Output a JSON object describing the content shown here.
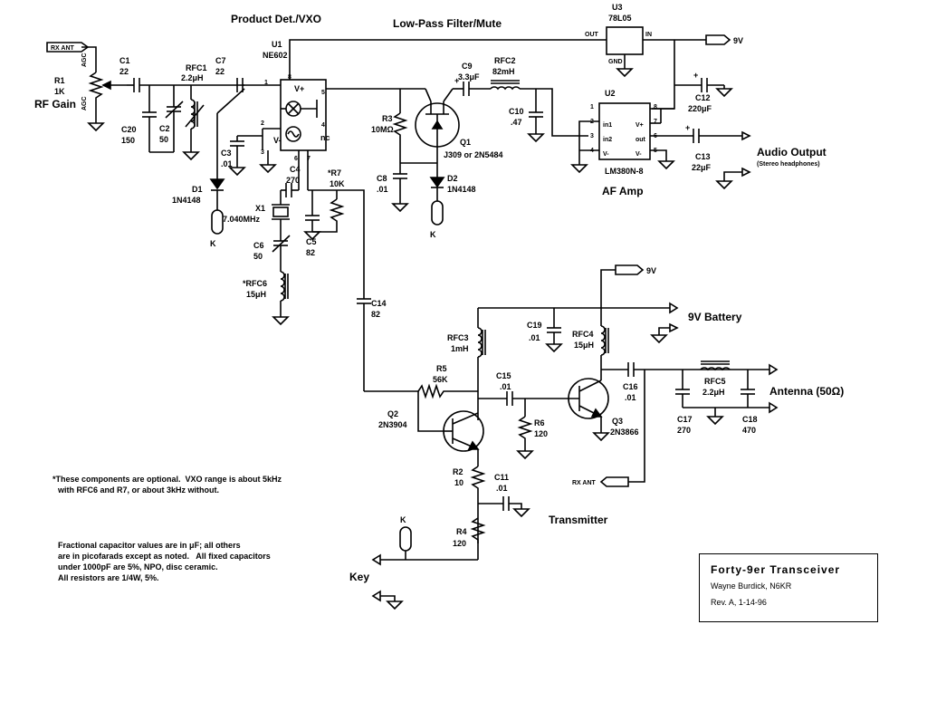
{
  "sections": {
    "product_det": "Product  Det./VXO",
    "lowpass": "Low-Pass   Filter/Mute",
    "af_amp": "AF  Amp",
    "transmitter": "Transmitter"
  },
  "ports": {
    "rx_ant_top": "RX ANT",
    "rx_ant_bottom": "RX ANT",
    "9v_top": "9V",
    "9v_mid": "9V",
    "battery": "9V  Battery",
    "audio": "Audio  Output",
    "audio_sub": "(Stereo headphones)",
    "antenna": "Antenna  (50Ω)",
    "key": "Key",
    "k1": "K",
    "k2": "K",
    "k3": "K"
  },
  "components": {
    "R1": {
      "ref": "R1",
      "val": "1K",
      "label": "RF Gain",
      "pin_a": "AGC",
      "pin_b": "AGC"
    },
    "C1": {
      "ref": "C1",
      "val": "22"
    },
    "C20": {
      "ref": "C20",
      "val": "150"
    },
    "C2": {
      "ref": "C2",
      "val": "50"
    },
    "RFC1": {
      "ref": "RFC1",
      "val": "2.2μH"
    },
    "C7": {
      "ref": "C7",
      "val": "22"
    },
    "C3": {
      "ref": "C3",
      "val": ".01"
    },
    "D1": {
      "ref": "D1",
      "val": "1N4148"
    },
    "X1": {
      "ref": "X1",
      "val": "7.040MHz"
    },
    "C6": {
      "ref": "C6",
      "val": "50"
    },
    "RFC6": {
      "ref": "*RFC6",
      "val": "15μH"
    },
    "C4": {
      "ref": "C4",
      "val": "270"
    },
    "C5": {
      "ref": "C5",
      "val": "82"
    },
    "R7": {
      "ref": "*R7",
      "val": "10K"
    },
    "U1": {
      "ref": "U1",
      "val": "NE602"
    },
    "R3": {
      "ref": "R3",
      "val": "10MΩ"
    },
    "C8": {
      "ref": "C8",
      "val": ".01"
    },
    "C9": {
      "ref": "C9",
      "val": "3.3μF"
    },
    "RFC2": {
      "ref": "RFC2",
      "val": "82mH"
    },
    "Q1": {
      "ref": "Q1",
      "val": "J309  or  2N5484"
    },
    "D2": {
      "ref": "D2",
      "val": "1N4148"
    },
    "C10": {
      "ref": "C10",
      "val": ".47"
    },
    "U3": {
      "ref": "U3",
      "val": "78L05"
    },
    "U2": {
      "ref": "U2",
      "val": "LM380N-8"
    },
    "C12": {
      "ref": "C12",
      "val": "220μF"
    },
    "C13": {
      "ref": "C13",
      "val": "22μF"
    },
    "C14": {
      "ref": "C14",
      "val": "82"
    },
    "RFC3": {
      "ref": "RFC3",
      "val": "1mH"
    },
    "C19": {
      "ref": "C19",
      "val": ".01"
    },
    "RFC4": {
      "ref": "RFC4",
      "val": "15μH"
    },
    "R5": {
      "ref": "R5",
      "val": "56K"
    },
    "C15": {
      "ref": "C15",
      "val": ".01"
    },
    "C16": {
      "ref": "C16",
      "val": ".01"
    },
    "RFC5": {
      "ref": "RFC5",
      "val": "2.2μH"
    },
    "C17": {
      "ref": "C17",
      "val": "270"
    },
    "C18": {
      "ref": "C18",
      "val": "470"
    },
    "Q2": {
      "ref": "Q2",
      "val": "2N3904"
    },
    "R6": {
      "ref": "R6",
      "val": "120"
    },
    "Q3": {
      "ref": "Q3",
      "val": "2N3866"
    },
    "R2": {
      "ref": "R2",
      "val": "10"
    },
    "C11": {
      "ref": "C11",
      "val": ".01"
    },
    "R4": {
      "ref": "R4",
      "val": "120"
    }
  },
  "pins": {
    "u1": [
      "1",
      "2",
      "3",
      "4",
      "5",
      "6",
      "7",
      "8"
    ],
    "u1_vplus": "V+",
    "u1_vminus": "V-",
    "u1_nc": "nc",
    "u2": [
      "1",
      "2",
      "3",
      "4",
      "5",
      "6",
      "7",
      "8"
    ],
    "u2_in1": "in1",
    "u2_in2": "in2",
    "u2_vminus": "V-",
    "u2_vplus": "V+",
    "u2_out": "out",
    "u2_vminus2": "V-",
    "u3_out": "OUT",
    "u3_in": "IN",
    "u3_gnd": "GND"
  },
  "notes": {
    "optional_1": "*These components are optional.  VXO range is about 5kHz",
    "optional_2": "with RFC6 and R7, or about 3kHz without.",
    "cap_1": "Fractional capacitor values are in μF; all others",
    "cap_2": "are in picofarads except as noted.   All fixed capacitors",
    "cap_3": "under 1000pF are 5%, NPO, disc ceramic.",
    "cap_4": "All resistors are 1/4W, 5%."
  },
  "title_block": {
    "title": "Forty-9er   Transceiver",
    "author": "Wayne Burdick, N6KR",
    "rev": "Rev. A,     1-14-96"
  }
}
